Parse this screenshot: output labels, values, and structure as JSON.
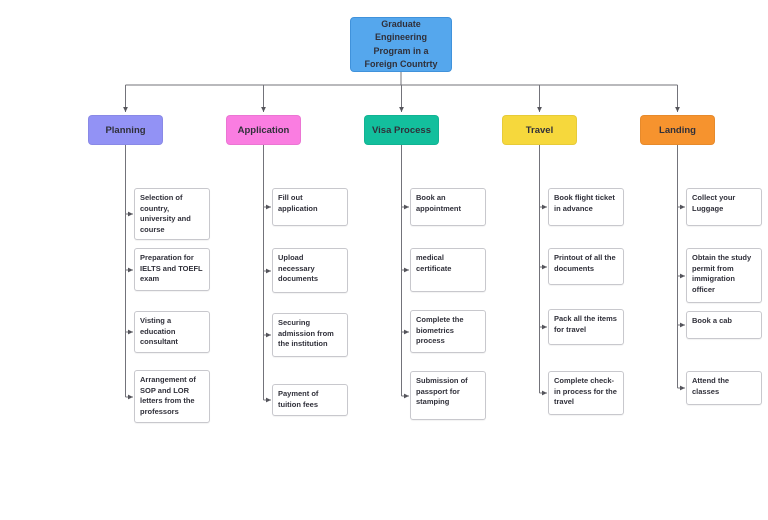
{
  "root": {
    "label": "Graduate Engineering Program in a Foreign Countrty"
  },
  "branches": [
    {
      "label": "Planning",
      "color": "#9292F5",
      "children": [
        "Selection of country, university and course",
        "Preparation for IELTS and TOEFL exam",
        "Visting a education consultant",
        "Arrangement of SOP and LOR letters from the professors"
      ]
    },
    {
      "label": "Application",
      "color": "#FA7DE1",
      "children": [
        "Fill out application",
        "Upload necessary documents",
        "Securing admission from the institution",
        "Payment of tuition fees"
      ]
    },
    {
      "label": "Visa Process",
      "color": "#13BF9D",
      "children": [
        "Book an appointment",
        "medical certificate",
        "Complete the biometrics process",
        "Submission of passport for stamping"
      ]
    },
    {
      "label": "Travel",
      "color": "#F6D83C",
      "children": [
        "Book flight ticket in advance",
        "Printout of all the documents",
        "Pack all the items for travel",
        "Complete check-in process for the travel"
      ]
    },
    {
      "label": "Landing",
      "color": "#F6932E",
      "children": [
        "Collect your Luggage",
        "Obtain the study permit from immigration officer",
        "Book a cab",
        "Attend the classes"
      ]
    }
  ],
  "colors": {
    "root_node": "#55A7ED",
    "connector": "#73737A",
    "child_border": "#C8C8CD",
    "text": "#30303A",
    "canvas": "#FFFFFF"
  }
}
